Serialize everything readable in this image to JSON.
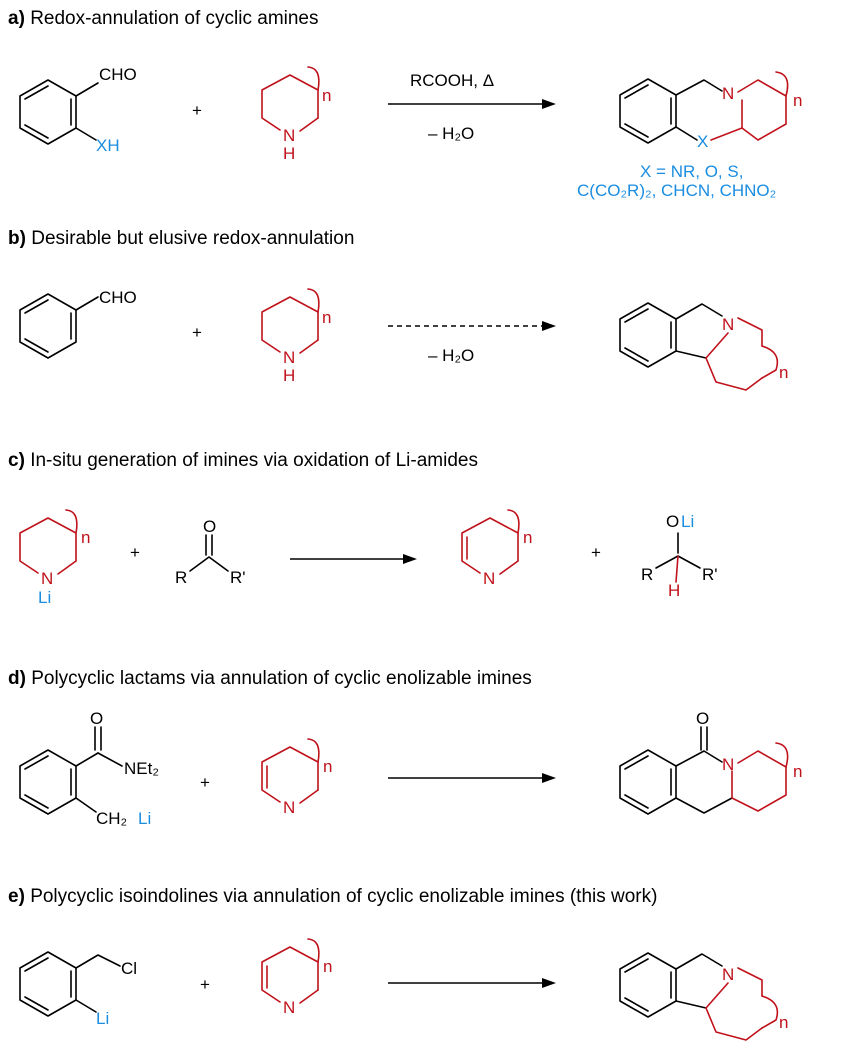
{
  "colors": {
    "black": "#000000",
    "red": "#c0121b",
    "blue": "#1a8de0"
  },
  "sections": {
    "a": {
      "letter": "a)",
      "title": "Redox-annulation of cyclic amines",
      "sm1_cho": "CHO",
      "sm1_xh": "XH",
      "plus": "+",
      "amine_n": "N",
      "amine_h": "H",
      "ring_n": "n",
      "conditions_top": "RCOOH, Δ",
      "conditions_bottom": "– H₂O",
      "prod_n": "N",
      "prod_x": "X",
      "prod_ring_n": "n",
      "x_def_line1": "X = NR, O, S,",
      "x_def_line2": "C(CO₂R)₂, CHCN, CHNO₂"
    },
    "b": {
      "letter": "b)",
      "title": "Desirable but elusive redox-annulation",
      "sm1_cho": "CHO",
      "plus": "+",
      "amine_n": "N",
      "amine_h": "H",
      "ring_n": "n",
      "conditions_bottom": "– H₂O",
      "prod_n": "N",
      "prod_ring_n": "n"
    },
    "c": {
      "letter": "c)",
      "title": "In-situ generation of imines via oxidation of Li-amides",
      "amide_n": "N",
      "amide_li": "Li",
      "ring_n": "n",
      "plus1": "+",
      "ketone_o": "O",
      "ketone_r": "R",
      "ketone_r2": "R'",
      "imine_n": "N",
      "imine_ring_n": "n",
      "plus2": "+",
      "alk_o": "O",
      "alk_li": "Li",
      "alk_r": "R",
      "alk_r2": "R'",
      "alk_h": "H"
    },
    "d": {
      "letter": "d)",
      "title": "Polycyclic lactams via annulation of cyclic enolizable imines",
      "sm_o": "O",
      "sm_net2": "NEt₂",
      "sm_ch2": "CH₂",
      "sm_li": "Li",
      "plus": "+",
      "imine_n": "N",
      "imine_ring_n": "n",
      "prod_o": "O",
      "prod_n": "N",
      "prod_ring_n": "n"
    },
    "e": {
      "letter": "e)",
      "title": "Polycyclic isoindolines via annulation of cyclic enolizable imines (this work)",
      "sm_cl": "Cl",
      "sm_li": "Li",
      "plus": "+",
      "imine_n": "N",
      "imine_ring_n": "n",
      "prod_n": "N",
      "prod_ring_n": "n"
    }
  }
}
